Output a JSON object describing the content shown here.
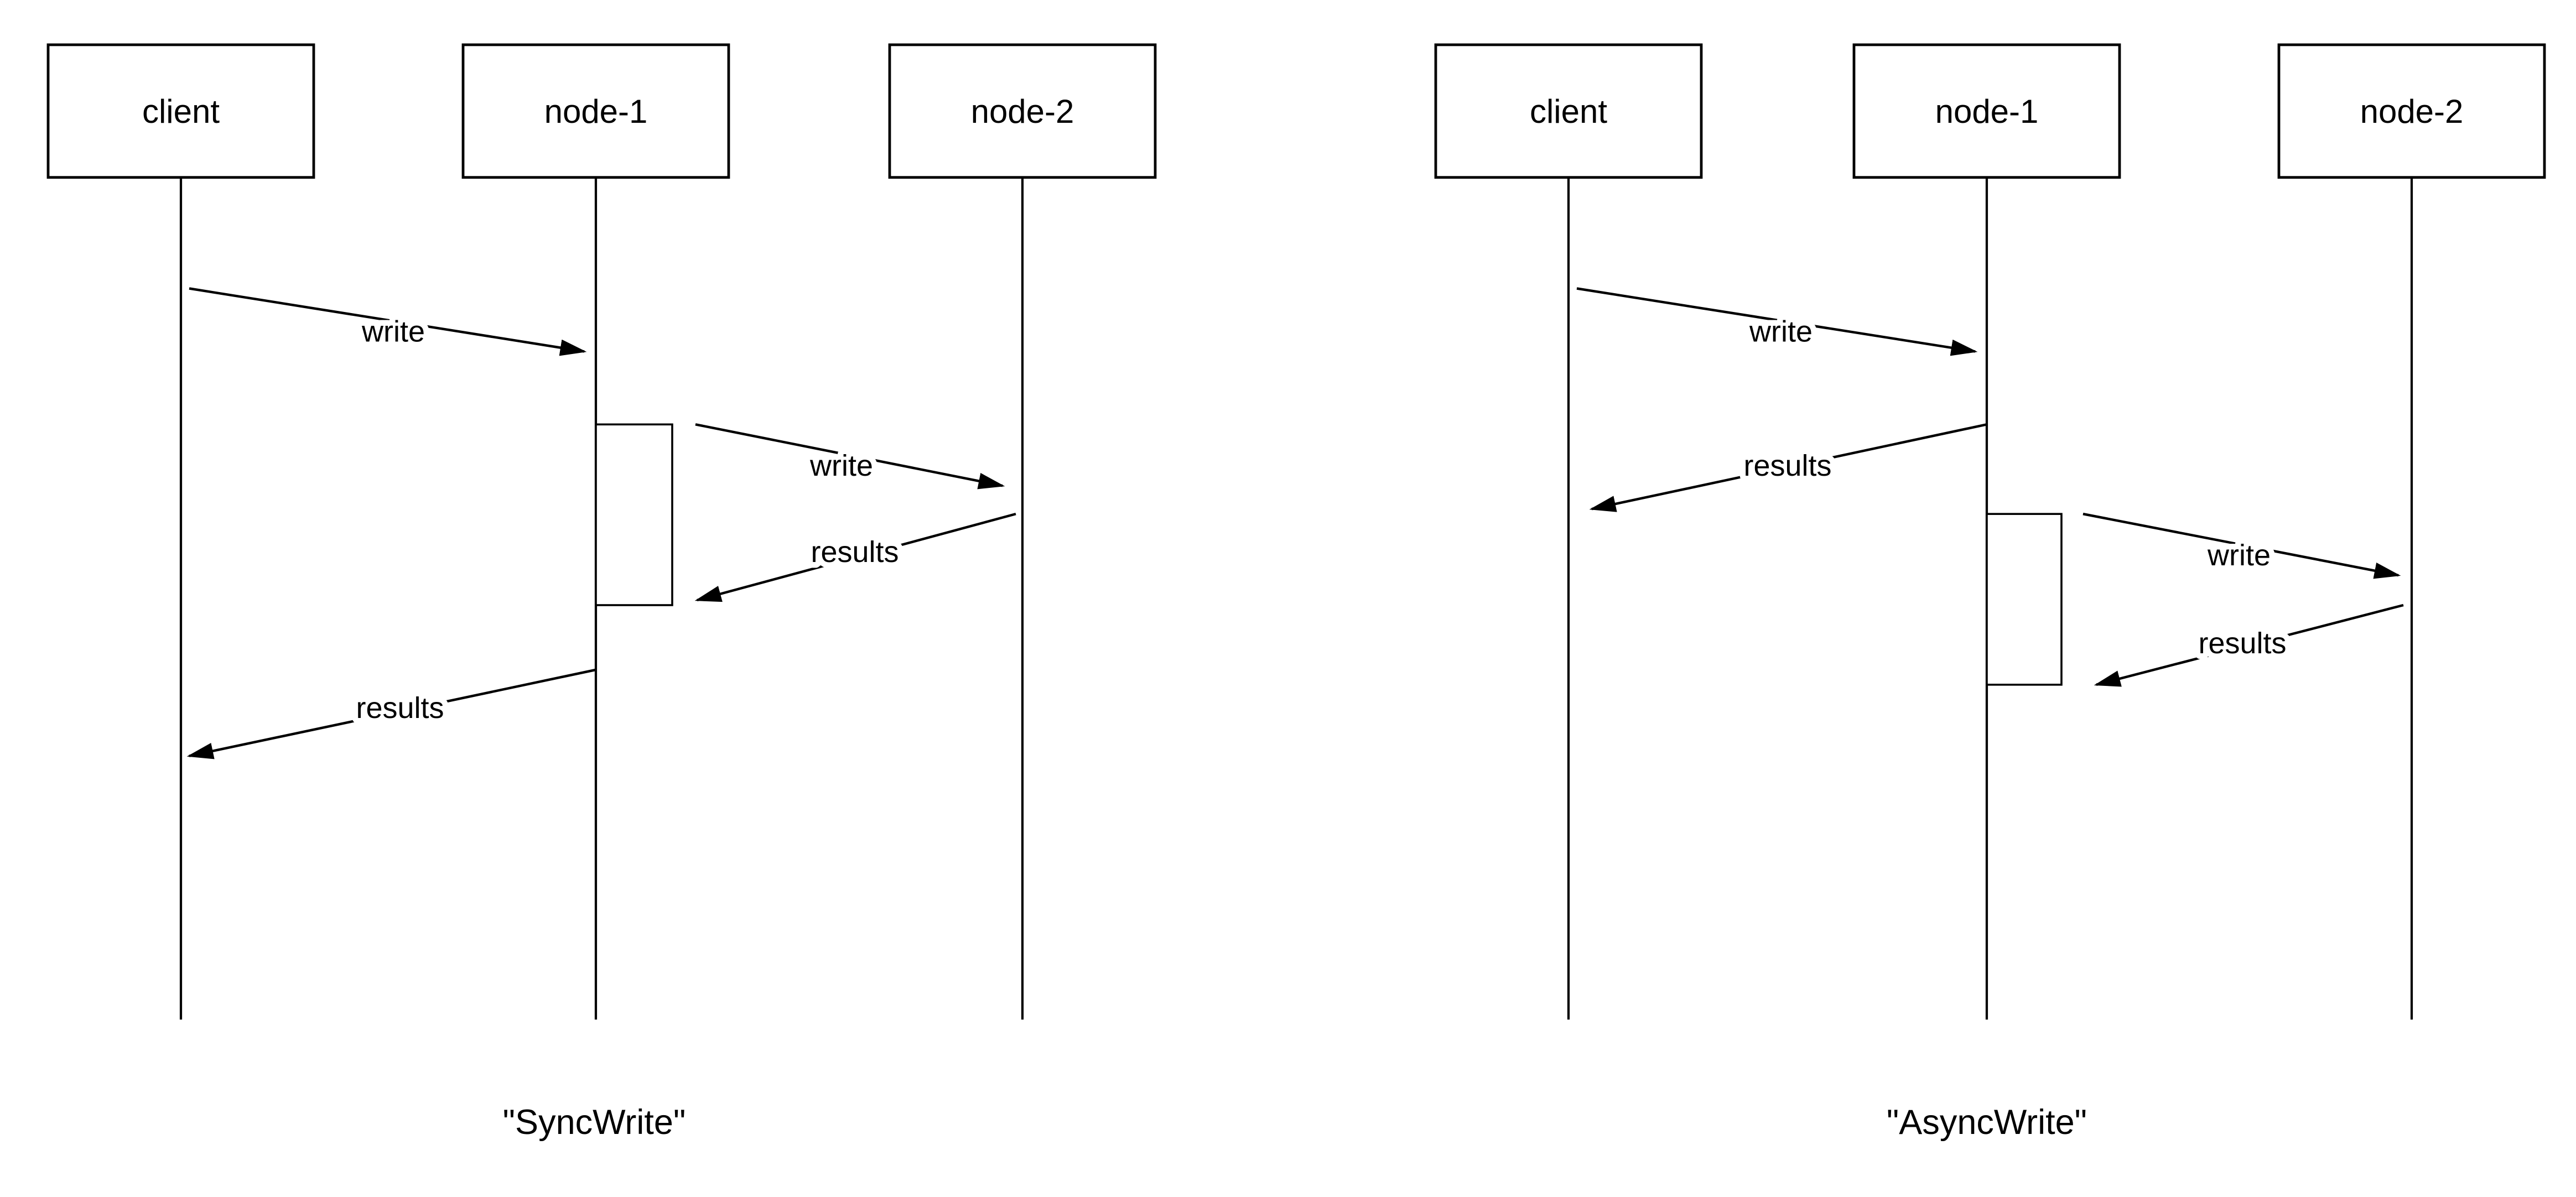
{
  "colors": {
    "stroke": "#000000",
    "background": "#ffffff"
  },
  "diagrams": [
    {
      "caption": "\"SyncWrite\"",
      "actors": [
        {
          "label": "client"
        },
        {
          "label": "node-1"
        },
        {
          "label": "node-2"
        }
      ],
      "messages": [
        {
          "label": "write",
          "from": "client",
          "to": "node-1"
        },
        {
          "label": "write",
          "from": "node-1",
          "to": "node-2"
        },
        {
          "label": "results",
          "from": "node-2",
          "to": "node-1"
        },
        {
          "label": "results",
          "from": "node-1",
          "to": "client"
        }
      ]
    },
    {
      "caption": "\"AsyncWrite\"",
      "actors": [
        {
          "label": "client"
        },
        {
          "label": "node-1"
        },
        {
          "label": "node-2"
        }
      ],
      "messages": [
        {
          "label": "write",
          "from": "client",
          "to": "node-1"
        },
        {
          "label": "results",
          "from": "node-1",
          "to": "client"
        },
        {
          "label": "write",
          "from": "node-1",
          "to": "node-2"
        },
        {
          "label": "results",
          "from": "node-2",
          "to": "node-1"
        }
      ]
    }
  ]
}
